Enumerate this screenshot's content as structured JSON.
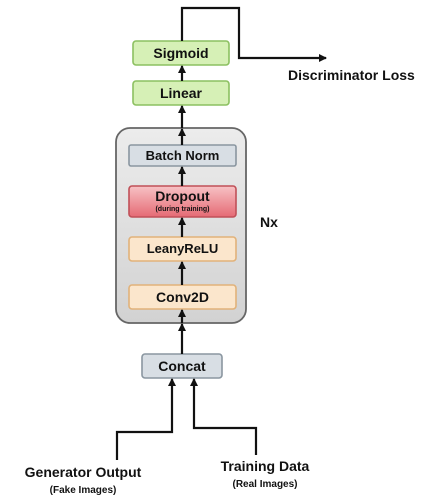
{
  "layers": {
    "sigmoid": "Sigmoid",
    "linear": "Linear",
    "batch_norm": "Batch Norm",
    "dropout": "Dropout",
    "dropout_note": "(during training)",
    "leaky_relu": "LeanyReLU",
    "conv2d": "Conv2D",
    "concat": "Concat"
  },
  "repeat_label": "Nx",
  "outputs": {
    "discriminator_loss": "Discriminator Loss"
  },
  "inputs": {
    "generator_output": "Generator Output",
    "generator_output_note": "(Fake Images)",
    "training_data": "Training Data",
    "training_data_note": "(Real Images)"
  },
  "colors": {
    "green_fill": "#d6f0b6",
    "green_stroke": "#8cc060",
    "gray_fill": "#d8dee4",
    "gray_stroke": "#8a96a0",
    "red_fill_top": "#f6b8bc",
    "red_fill_bottom": "#e25864",
    "red_stroke": "#c05058",
    "peach_fill": "#fbe6cc",
    "peach_stroke": "#e1b27a",
    "repeat_box_fill": "#dcdcdc",
    "repeat_box_stroke": "#666666",
    "arrow": "#111111"
  }
}
